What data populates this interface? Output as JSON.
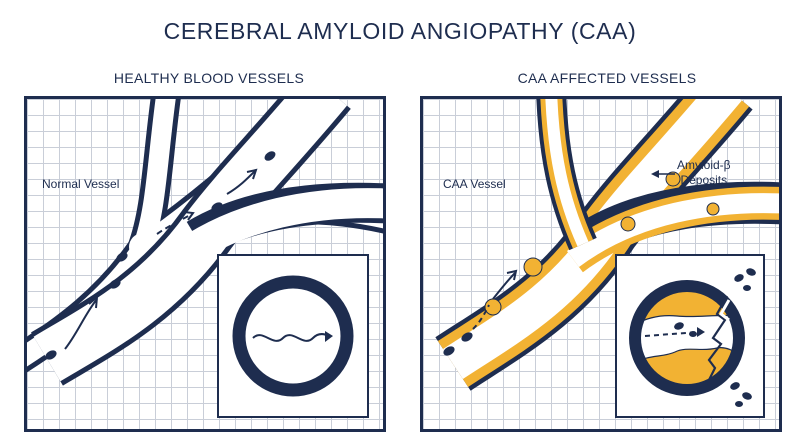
{
  "title": "CEREBRAL AMYLOID ANGIOPATHY (CAA)",
  "panels": {
    "healthy": {
      "heading": "HEALTHY BLOOD VESSELS",
      "vessel_label": "Normal Vessel"
    },
    "caa": {
      "heading": "CAA AFFECTED VESSELS",
      "vessel_label": "CAA Vessel",
      "deposit_label_line1": "Amyloid-β",
      "deposit_label_line2": "Deposits"
    }
  },
  "colors": {
    "outline": "#1e2d4f",
    "amyloid": "#f2b233",
    "grid": "#c9ced8",
    "background": "#ffffff"
  },
  "icons": [
    "flow-arrow-icon",
    "blood-cell-icon",
    "vessel-cross-section-icon",
    "rupture-crack-icon"
  ]
}
